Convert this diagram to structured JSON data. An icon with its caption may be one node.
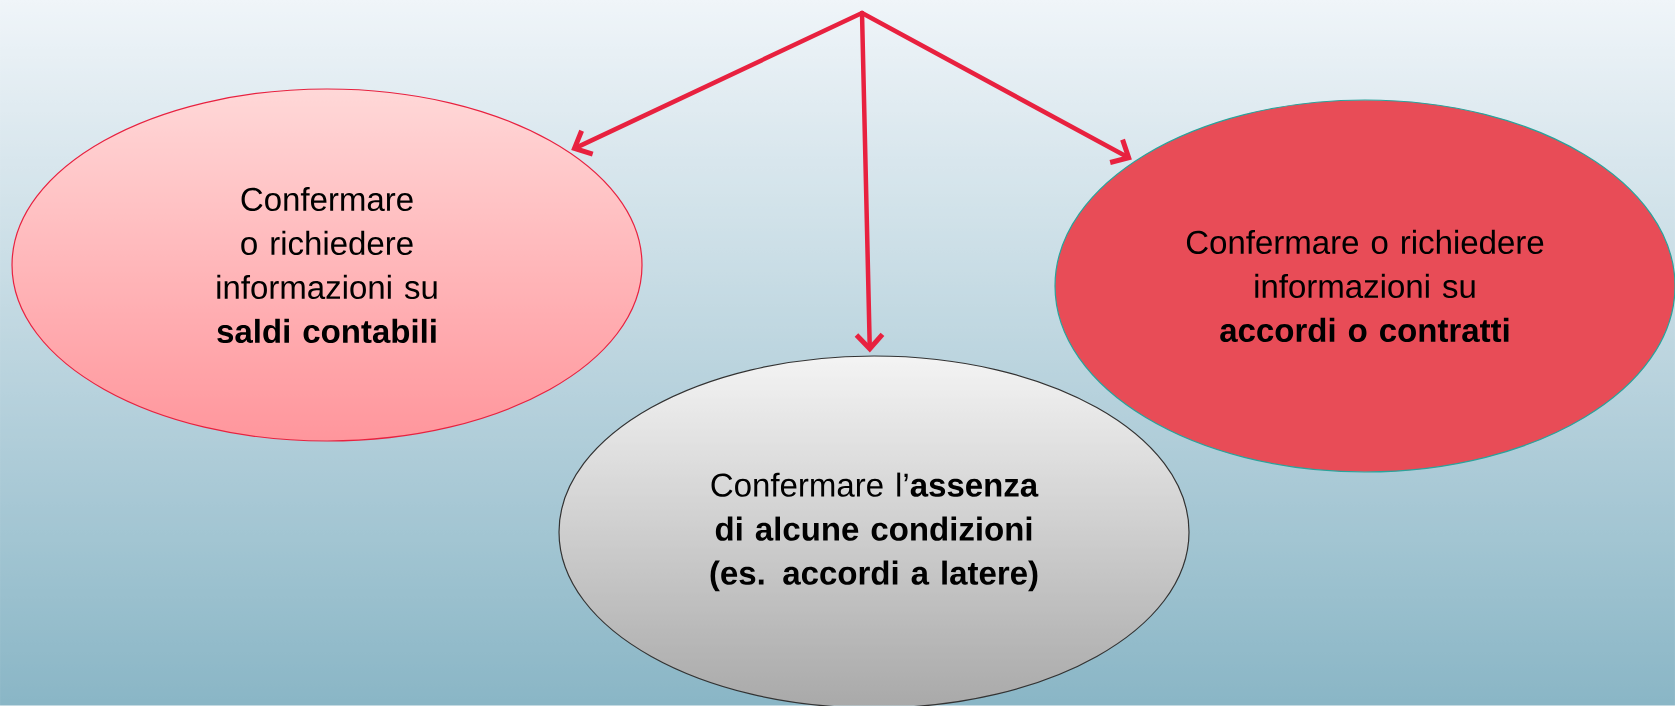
{
  "diagram": {
    "nodes": [
      {
        "text": [
          "Confermare o richiedere informazioni su **saldi contabili**"
        ]
      },
      {
        "text": [
          "Confermare l’**assenza di alcune condizioni (es. accordi a latere)**"
        ]
      },
      {
        "text": [
          "Confermare o richiedere informazioni su **accordi o contratti**"
        ]
      }
    ],
    "edges": [
      {
        "from": null,
        "to": 0,
        "arrow": "to"
      },
      {
        "from": null,
        "to": 1,
        "arrow": "to"
      },
      {
        "from": null,
        "to": 2,
        "arrow": "to"
      }
    ]
  }
}
